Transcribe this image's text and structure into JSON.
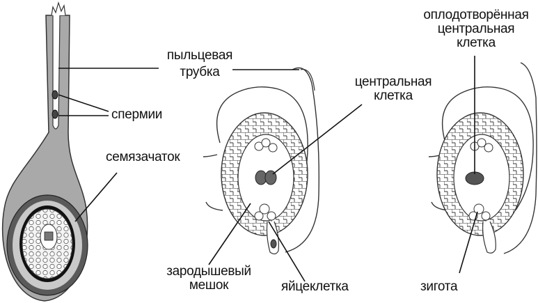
{
  "labels": {
    "pollen_tube_1": "пыльцевая",
    "pollen_tube_2": "трубка",
    "sperm": "спермии",
    "ovule": "семязачаток",
    "central_cell_1": "центральная",
    "central_cell_2": "клетка",
    "fertilized_1": "оплодотворённая",
    "fertilized_2": "центральная",
    "fertilized_3": "клетка",
    "embryo_sac_1": "зародышевый",
    "embryo_sac_2": "мешок",
    "egg_cell": "яйцеклетка",
    "zygote": "зигота"
  }
}
